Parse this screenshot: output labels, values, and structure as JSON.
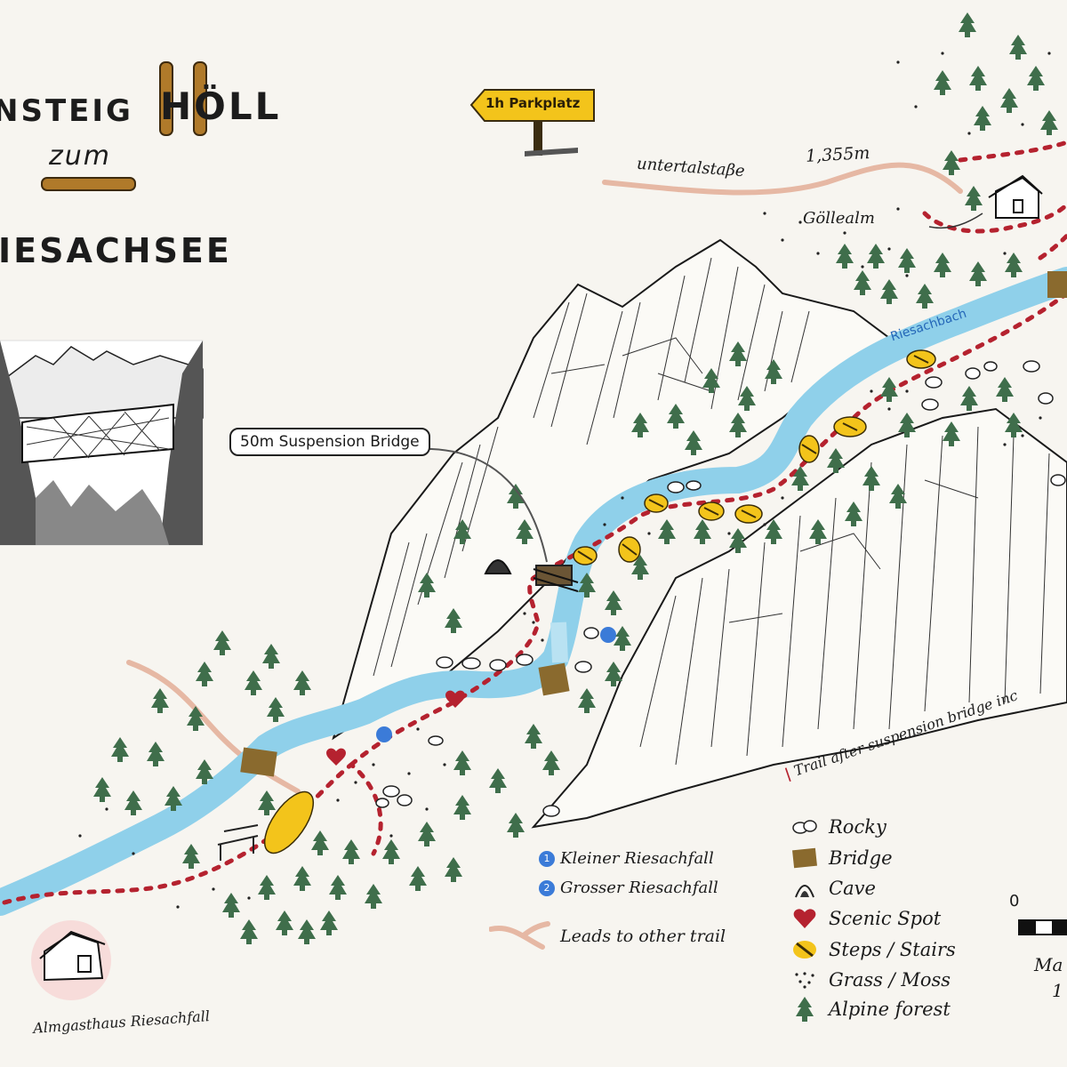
{
  "title": {
    "line1_part1": "NSTEIG",
    "line1_part2": "HÖLL",
    "line2": "zum",
    "line3": "IESACHSEE"
  },
  "signpost": {
    "label": "1h Parkplatz"
  },
  "labels": {
    "suspension_bridge": "50m Suspension Bridge",
    "untertalstasse": "untertalstaβe",
    "elevation": "1,355m",
    "gollealm": "Göllealm",
    "riesachbach": "Riesachbach",
    "trail_after": "Trail after suspension bridge inc",
    "almgasthaus": "Almgasthaus Riesachfall"
  },
  "waterfalls": [
    {
      "number": "1",
      "name": "Kleiner Riesachfall"
    },
    {
      "number": "2",
      "name": "Grosser Riesachfall"
    }
  ],
  "other_trail": {
    "label": "Leads to other trail"
  },
  "legend": [
    {
      "icon": "rocky-icon",
      "label": "Rocky"
    },
    {
      "icon": "bridge-icon",
      "label": "Bridge"
    },
    {
      "icon": "cave-icon",
      "label": "Cave"
    },
    {
      "icon": "heart-icon",
      "label": "Scenic Spot"
    },
    {
      "icon": "steps-icon",
      "label": "Steps / Stairs"
    },
    {
      "icon": "grass-icon",
      "label": "Grass / Moss"
    },
    {
      "icon": "tree-icon",
      "label": "Alpine forest"
    }
  ],
  "scale": {
    "zero": "0",
    "label_partial": "Ma",
    "value_partial": "1"
  },
  "colors": {
    "river": "#8fd0ea",
    "trail": "#b5222f",
    "tree": "#3f6e4b",
    "bridge": "#8a6a2e",
    "steps": "#f3c41b",
    "wood": "#b07a2a",
    "road": "#e6b8a4"
  }
}
